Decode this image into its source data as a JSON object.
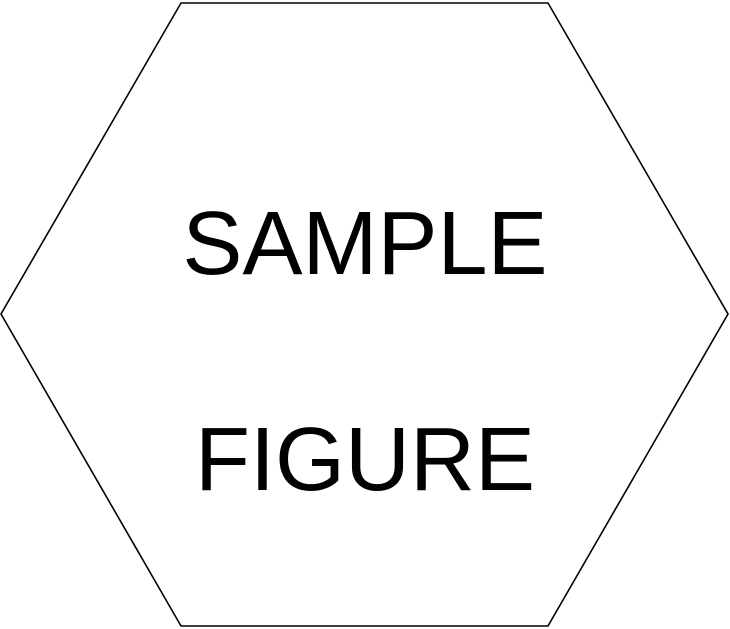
{
  "figure": {
    "shape": "hexagon",
    "fill_color": "#ffffff",
    "stroke_color": "#000000",
    "text_color": "#000000",
    "label_lines": [
      "SAMPLE",
      "FIGURE"
    ]
  }
}
